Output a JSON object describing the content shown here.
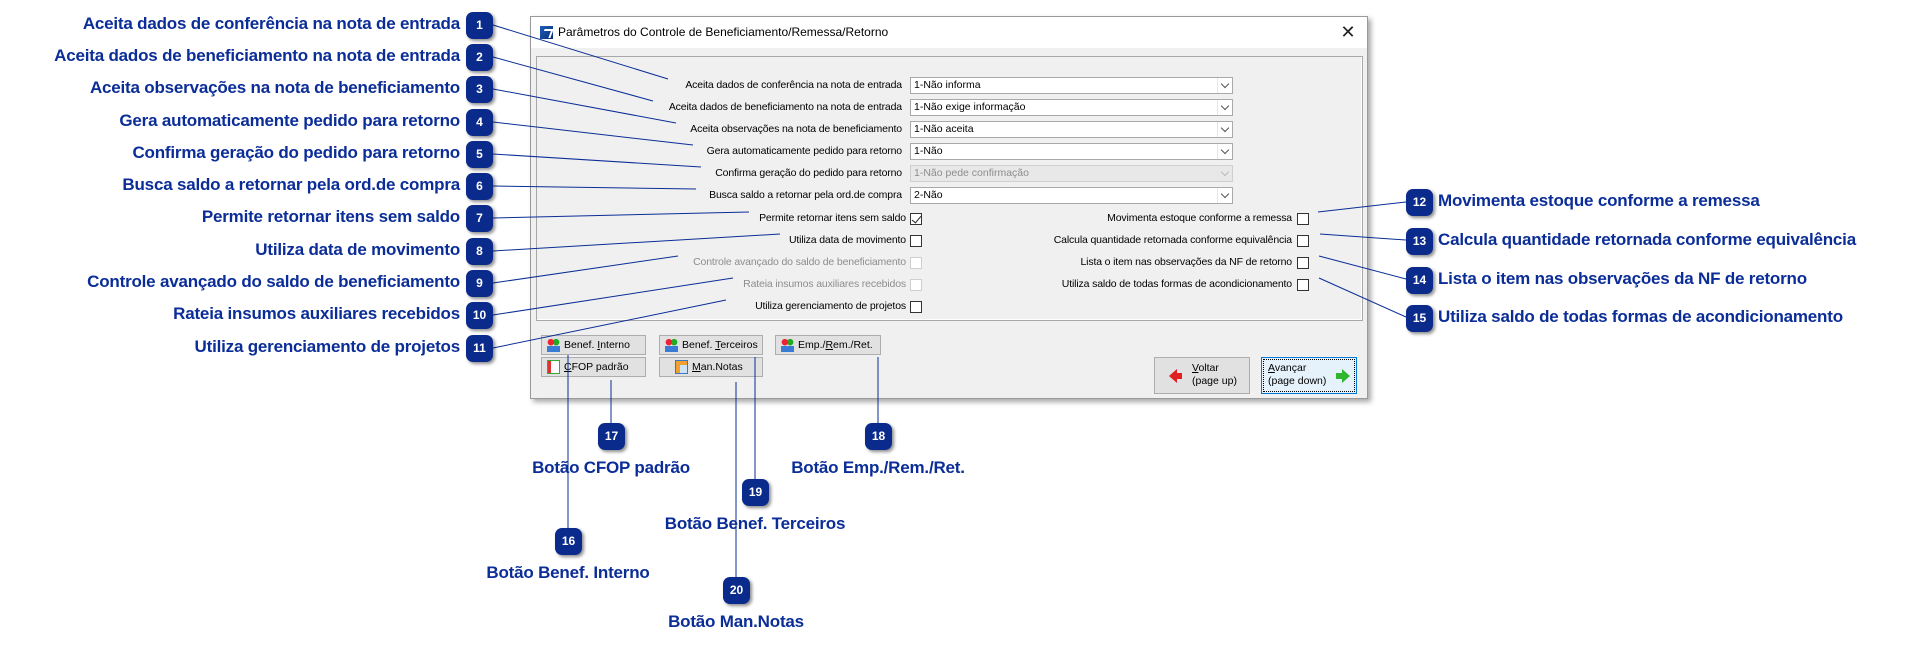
{
  "dialog": {
    "title": "Parâmetros do Controle de Beneficiamento/Remessa/Retorno",
    "close_label": "✕",
    "fields": [
      {
        "label": "Aceita dados de conferência na nota de entrada",
        "value": "1-Não informa",
        "disabled": false
      },
      {
        "label": "Aceita dados de beneficiamento na nota de entrada",
        "value": "1-Não exige informação",
        "disabled": false
      },
      {
        "label": "Aceita observações na nota de beneficiamento",
        "value": "1-Não aceita",
        "disabled": false
      },
      {
        "label": "Gera automaticamente pedido para retorno",
        "value": "1-Não",
        "disabled": false
      },
      {
        "label": "Confirma geração do pedido para retorno",
        "value": "1-Não pede confirmação",
        "disabled": true
      },
      {
        "label": "Busca saldo a retornar pela ord.de compra",
        "value": "2-Não",
        "disabled": false
      }
    ],
    "checks_left": [
      {
        "label": "Permite retornar itens sem saldo",
        "checked": true,
        "disabled": false
      },
      {
        "label": "Utiliza data de movimento",
        "checked": false,
        "disabled": false
      },
      {
        "label": "Controle avançado do saldo de beneficiamento",
        "checked": false,
        "disabled": true
      },
      {
        "label": "Rateia insumos auxiliares recebidos",
        "checked": false,
        "disabled": true
      },
      {
        "label": "Utiliza gerenciamento de projetos",
        "checked": false,
        "disabled": false
      }
    ],
    "checks_right": [
      {
        "label": "Movimenta estoque conforme a remessa",
        "checked": false
      },
      {
        "label": "Calcula quantidade retornada conforme equivalência",
        "checked": false
      },
      {
        "label": "Lista o item nas observações da NF de retorno",
        "checked": false
      },
      {
        "label": "Utiliza saldo de todas formas de acondicionamento",
        "checked": false
      }
    ],
    "buttons": {
      "benef_interno": {
        "pre": "Benef. ",
        "key": "I",
        "post": "nterno",
        "icon": "group-icon"
      },
      "benef_terceiros": {
        "pre": "Benef. ",
        "key": "T",
        "post": "erceiros",
        "icon": "group-icon"
      },
      "emp_rem_ret": {
        "pre": "Emp./",
        "key": "R",
        "post": "em./Ret.",
        "icon": "group-icon"
      },
      "cfop_padrao": {
        "pre": "",
        "key": "C",
        "post": "FOP padrão",
        "icon": "document-icon"
      },
      "man_notas": {
        "pre": "",
        "key": "M",
        "post": "an.Notas",
        "icon": "notes-icon"
      }
    },
    "nav": {
      "back": {
        "key": "V",
        "post": "oltar",
        "line2": "(page up)"
      },
      "next": {
        "key": "A",
        "post": "vançar",
        "line2": "(page down)"
      }
    }
  },
  "annotations": [
    {
      "n": "1",
      "text": "Aceita dados de conferência na nota de entrada"
    },
    {
      "n": "2",
      "text": "Aceita dados de beneficiamento na nota de entrada"
    },
    {
      "n": "3",
      "text": "Aceita observações na nota de beneficiamento"
    },
    {
      "n": "4",
      "text": "Gera automaticamente pedido para retorno"
    },
    {
      "n": "5",
      "text": "Confirma geração do pedido para retorno"
    },
    {
      "n": "6",
      "text": "Busca saldo a retornar pela ord.de compra"
    },
    {
      "n": "7",
      "text": "Permite retornar itens sem saldo"
    },
    {
      "n": "8",
      "text": "Utiliza data de movimento"
    },
    {
      "n": "9",
      "text": "Controle avançado do saldo de beneficiamento"
    },
    {
      "n": "10",
      "text": "Rateia insumos auxiliares recebidos"
    },
    {
      "n": "11",
      "text": "Utiliza gerenciamento de projetos"
    },
    {
      "n": "12",
      "text": "Movimenta estoque conforme a remessa"
    },
    {
      "n": "13",
      "text": "Calcula quantidade retornada conforme equivalência"
    },
    {
      "n": "14",
      "text": "Lista o item nas observações da NF de retorno"
    },
    {
      "n": "15",
      "text": "Utiliza saldo de todas formas de acondicionamento"
    },
    {
      "n": "16",
      "text": "Botão Benef. Interno"
    },
    {
      "n": "17",
      "text": "Botão CFOP padrão"
    },
    {
      "n": "18",
      "text": "Botão Emp./Rem./Ret."
    },
    {
      "n": "19",
      "text": "Botão Benef. Terceiros"
    },
    {
      "n": "20",
      "text": "Botão Man.Notas"
    }
  ],
  "colors": {
    "annotation": "#0b2d97",
    "badge": "#0a2a8c",
    "dialog_bg": "#f0f0f0",
    "focus": "#0078d7"
  }
}
